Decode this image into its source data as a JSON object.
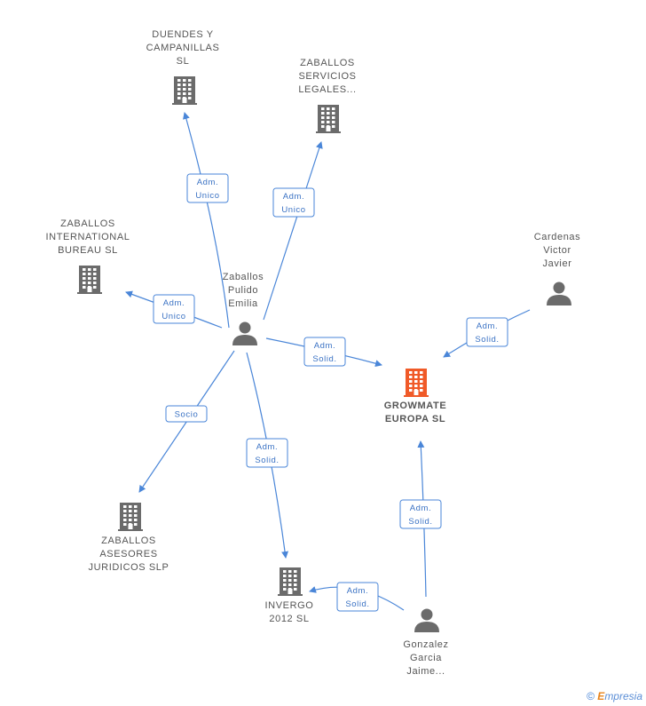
{
  "colors": {
    "edge": "#4a86d8",
    "building": "#6b6b6b",
    "building_main": "#f05a28",
    "person": "#6b6b6b",
    "label": "#555555"
  },
  "nodes": [
    {
      "id": "duendes",
      "type": "company",
      "lines": [
        "DUENDES Y",
        "CAMPANILLAS",
        "SL"
      ]
    },
    {
      "id": "zaballos_legal",
      "type": "company",
      "lines": [
        "ZABALLOS",
        "SERVICIOS",
        "LEGALES..."
      ]
    },
    {
      "id": "zaballos_intl",
      "type": "company",
      "lines": [
        "ZABALLOS",
        "INTERNATIONAL",
        "BUREAU SL"
      ]
    },
    {
      "id": "zaballos_emilia",
      "type": "person",
      "lines": [
        "Zaballos",
        "Pulido",
        "Emilia"
      ]
    },
    {
      "id": "cardenas",
      "type": "person",
      "lines": [
        "Cardenas",
        "Victor",
        "Javier"
      ]
    },
    {
      "id": "growmate",
      "type": "company_main",
      "lines": [
        "GROWMATE",
        "EUROPA SL"
      ]
    },
    {
      "id": "zaballos_asesores",
      "type": "company",
      "lines": [
        "ZABALLOS",
        "ASESORES",
        "JURIDICOS SLP"
      ]
    },
    {
      "id": "invergo",
      "type": "company",
      "lines": [
        "INVERGO",
        "2012 SL"
      ]
    },
    {
      "id": "gonzalez",
      "type": "person",
      "lines": [
        "Gonzalez",
        "Garcia",
        "Jaime..."
      ]
    }
  ],
  "edges": [
    {
      "from": "zaballos_emilia",
      "to": "duendes",
      "label": [
        "Adm.",
        "Unico"
      ]
    },
    {
      "from": "zaballos_emilia",
      "to": "zaballos_legal",
      "label": [
        "Adm.",
        "Unico"
      ]
    },
    {
      "from": "zaballos_emilia",
      "to": "zaballos_intl",
      "label": [
        "Adm.",
        "Unico"
      ]
    },
    {
      "from": "zaballos_emilia",
      "to": "growmate",
      "label": [
        "Adm.",
        "Solid."
      ]
    },
    {
      "from": "cardenas",
      "to": "growmate",
      "label": [
        "Adm.",
        "Solid."
      ]
    },
    {
      "from": "zaballos_emilia",
      "to": "zaballos_asesores",
      "label": [
        "Socio"
      ]
    },
    {
      "from": "zaballos_emilia",
      "to": "invergo",
      "label": [
        "Adm.",
        "Solid."
      ]
    },
    {
      "from": "gonzalez",
      "to": "invergo",
      "label": [
        "Adm.",
        "Solid."
      ]
    },
    {
      "from": "gonzalez",
      "to": "growmate",
      "label": [
        "Adm.",
        "Solid."
      ]
    }
  ],
  "footer": {
    "copyright": "©",
    "brand_first": "E",
    "brand_rest": "mpresia"
  }
}
